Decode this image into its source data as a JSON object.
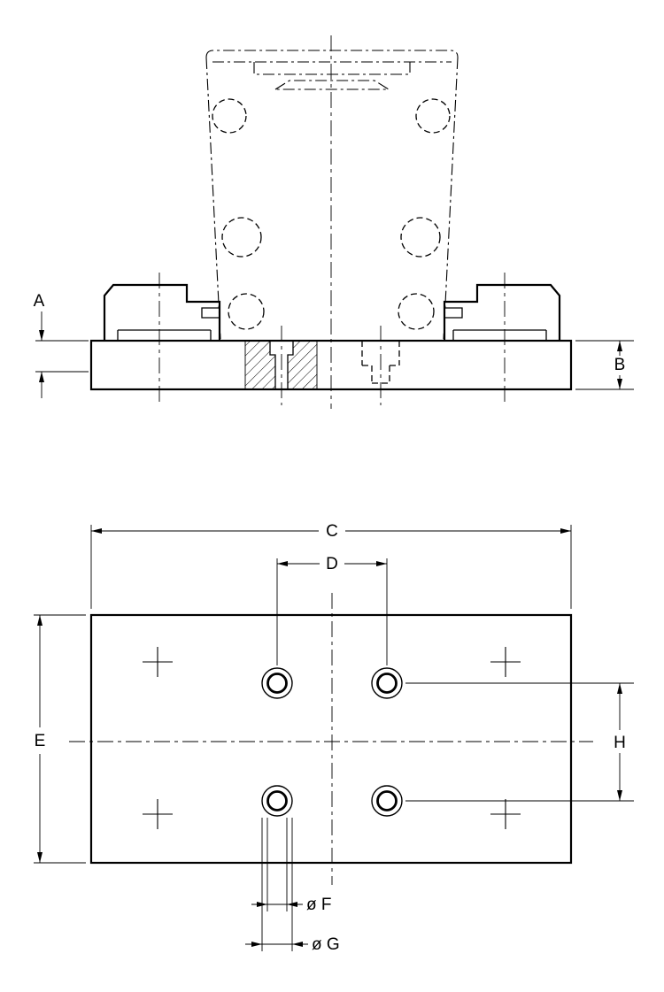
{
  "drawing": {
    "background_color": "#ffffff",
    "line_color": "#000000",
    "dimension_labels": {
      "a": "A",
      "b": "B",
      "c": "C",
      "d": "D",
      "e": "E",
      "h": "H",
      "f": "ø F",
      "g": "ø G"
    }
  }
}
